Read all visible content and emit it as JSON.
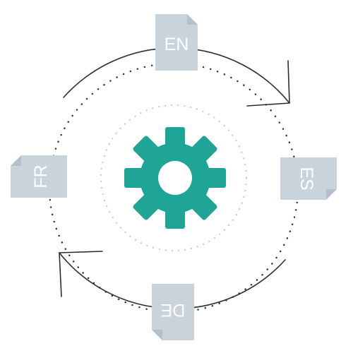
{
  "colors": {
    "gear": "#1fa596",
    "document": "#c9d3dc",
    "document_fold": "#b3bfca",
    "label": "#ffffff",
    "arrow": "#2a2f36",
    "outer_dots": "#2a2f36",
    "inner_dots": "#c3c8cd",
    "background": "#ffffff"
  },
  "icons": {
    "center": "gear-icon",
    "documents": "document-icon",
    "arrows": "curved-arrow-icon"
  },
  "documents": [
    {
      "id": "top",
      "label": "EN"
    },
    {
      "id": "right",
      "label": "ES"
    },
    {
      "id": "bottom",
      "label": "DE"
    },
    {
      "id": "left",
      "label": "FR"
    }
  ]
}
